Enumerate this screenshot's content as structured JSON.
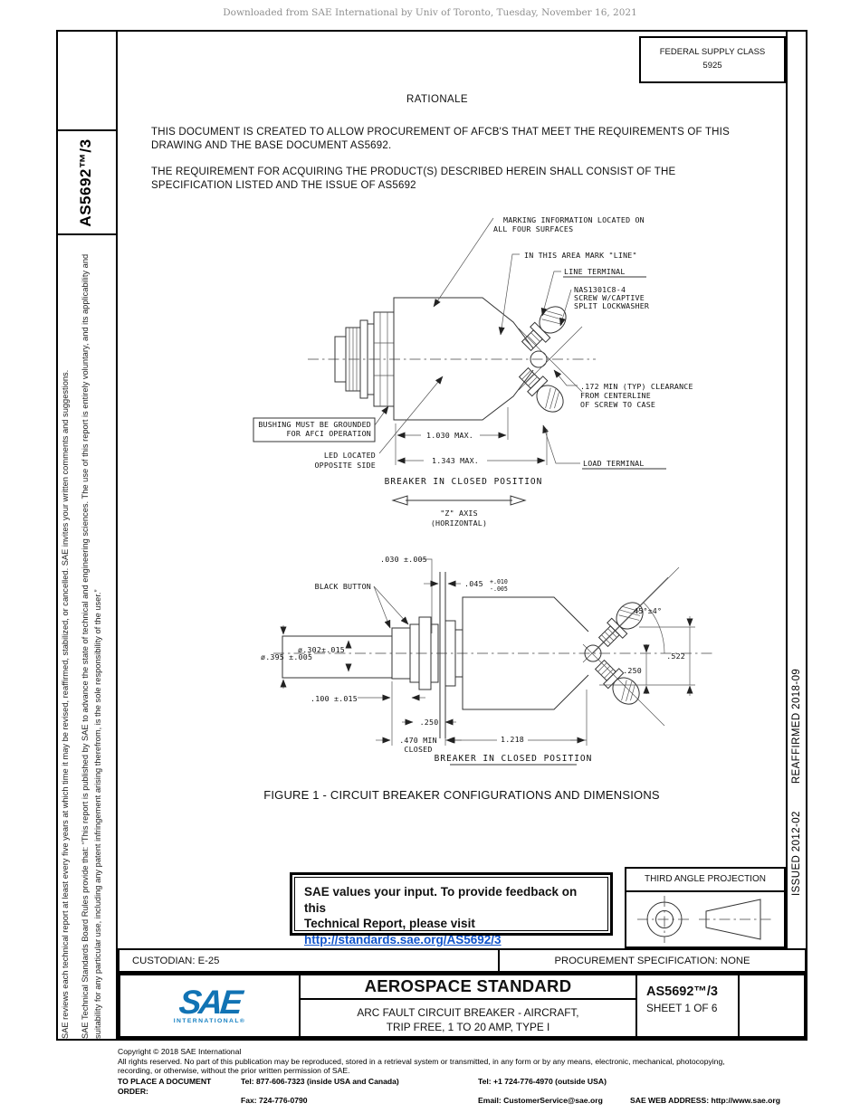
{
  "banner": "Downloaded from SAE International by Univ of Toronto, Tuesday, November 16, 2021",
  "doc_code": "AS5692™/3",
  "sidebar": {
    "notice_reviews": "SAE reviews each technical report at least every five years at which time it may be revised, reaffirmed, stabilized, or cancelled. SAE invites your written comments and suggestions.",
    "notice_rules": "SAE Technical Standards Board Rules provide that: “This report is published by SAE to advance the state of technical and engineering sciences. The use of this report is entirely voluntary, and its applicability and suitability for any particular use, including any patent infringement arising therefrom, is the sole responsibility of the user.”"
  },
  "issued_strip": {
    "issued": "ISSUED 2012-02",
    "reaffirmed": "REAFFIRMED 2018-09"
  },
  "federal_supply": {
    "line1": "FEDERAL SUPPLY CLASS",
    "line2": "5925"
  },
  "rationale": {
    "heading": "RATIONALE",
    "p1_l1": "THIS DOCUMENT IS CREATED TO ALLOW PROCUREMENT OF AFCB'S THAT MEET THE REQUIREMENTS OF THIS",
    "p1_l2": "DRAWING AND THE BASE DOCUMENT AS5692.",
    "p2_l1": "THE REQUIREMENT FOR ACQUIRING THE PRODUCT(S) DESCRIBED HEREIN SHALL CONSIST OF THE",
    "p2_l2": "SPECIFICATION LISTED AND THE ISSUE OF AS5692"
  },
  "fig": {
    "marking1": "MARKING INFORMATION LOCATED ON",
    "marking2": "ALL FOUR SURFACES",
    "mark_line": "IN THIS AREA MARK \"LINE\"",
    "line_terminal": "LINE TERMINAL",
    "screw1": "NAS1301C8-4",
    "screw2": "SCREW W/CAPTIVE",
    "screw3": "SPLIT LOCKWASHER",
    "clear1": ".172 MIN (TYP) CLEARANCE",
    "clear2": "FROM CENTERLINE",
    "clear3": "OF SCREW TO CASE",
    "load_terminal": "LOAD TERMINAL",
    "bushing1": "BUSHING MUST BE GROUNDED",
    "bushing2": "FOR AFCI OPERATION",
    "led1": "LED LOCATED",
    "led2": "OPPOSITE SIDE",
    "dim_1030": "1.030 MAX.",
    "dim_1343": "1.343 MAX.",
    "closed_top": "BREAKER IN CLOSED POSITION",
    "z1": "\"Z\" AXIS",
    "z2": "(HORIZONTAL)",
    "dim_030": ".030 ±.005",
    "black_button": "BLACK BUTTON",
    "dim_045": ".045",
    "tol_plus": "+.010",
    "tol_minus": "-.005",
    "dim_395": "ø.395 ±.005",
    "dim_302": "ø.302±.015",
    "dim_100": ".100 ±.015",
    "dim_250a": ".250",
    "dim_470a": ".470 MIN",
    "dim_470b": "CLOSED",
    "dim_1218": "1.218",
    "angle": "45°±4°",
    "dim_522": ".522",
    "dim_250b": ".250",
    "closed_bottom": "BREAKER IN CLOSED POSITION",
    "caption": "FIGURE 1 -  CIRCUIT BREAKER CONFIGURATIONS AND DIMENSIONS"
  },
  "feedback": {
    "l1": "SAE values your input. To provide feedback on this",
    "l2": "Technical Report, please visit",
    "link": "http://standards.sae.org/AS5692/3"
  },
  "projection": {
    "label": "THIRD ANGLE PROJECTION"
  },
  "footer_bar": {
    "custodian": "CUSTODIAN: E-25",
    "procurement": "PROCUREMENT SPECIFICATION: NONE"
  },
  "title_block": {
    "logo": "SAE",
    "logo_sub": "INTERNATIONAL®",
    "standard_type": "AEROSPACE STANDARD",
    "title_l1": "ARC FAULT CIRCUIT BREAKER - AIRCRAFT,",
    "title_l2": "TRIP FREE, 1 TO 20 AMP, TYPE I",
    "doc_number": "AS5692™/3",
    "sheet": "SHEET 1 OF 6"
  },
  "footer": {
    "copyright": "Copyright © 2018 SAE International",
    "rights1": "All rights reserved. No part of this publication may be reproduced, stored in a retrieval system or transmitted, in any form or by any means, electronic, mechanical, photocopying,",
    "rights2": "recording, or otherwise, without the prior written permission of SAE.",
    "order": "TO PLACE A DOCUMENT ORDER:",
    "tel1": "Tel: 877-606-7323 (inside USA and Canada)",
    "tel2": "Tel: +1 724-776-4970 (outside USA)",
    "fax": "Fax: 724-776-0790",
    "email": "Email: CustomerService@sae.org",
    "web": "SAE WEB ADDRESS: http://www.sae.org"
  },
  "colors": {
    "link": "#1155CC",
    "logo_blue": "#1173B4",
    "banner_gray": "#8F8F8F"
  }
}
